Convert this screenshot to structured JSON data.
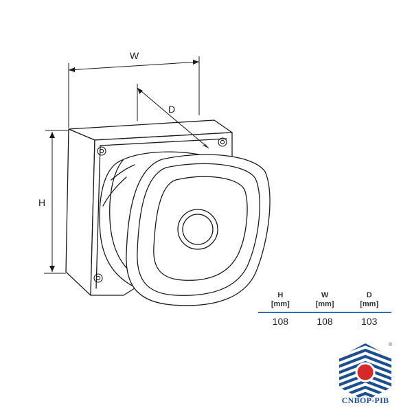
{
  "dimension_labels": {
    "width": "W",
    "depth": "D",
    "height": "H"
  },
  "table": {
    "columns": [
      {
        "name": "H",
        "unit": "[mm]",
        "value": "108"
      },
      {
        "name": "W",
        "unit": "[mm]",
        "value": "108"
      },
      {
        "name": "D",
        "unit": "[mm]",
        "value": "103"
      }
    ],
    "rule_color": "#2a6fb4"
  },
  "logo": {
    "text": "CNBOP-PIB",
    "registered": "®",
    "blue": "#1d4e8f",
    "red": "#d42a2a"
  }
}
